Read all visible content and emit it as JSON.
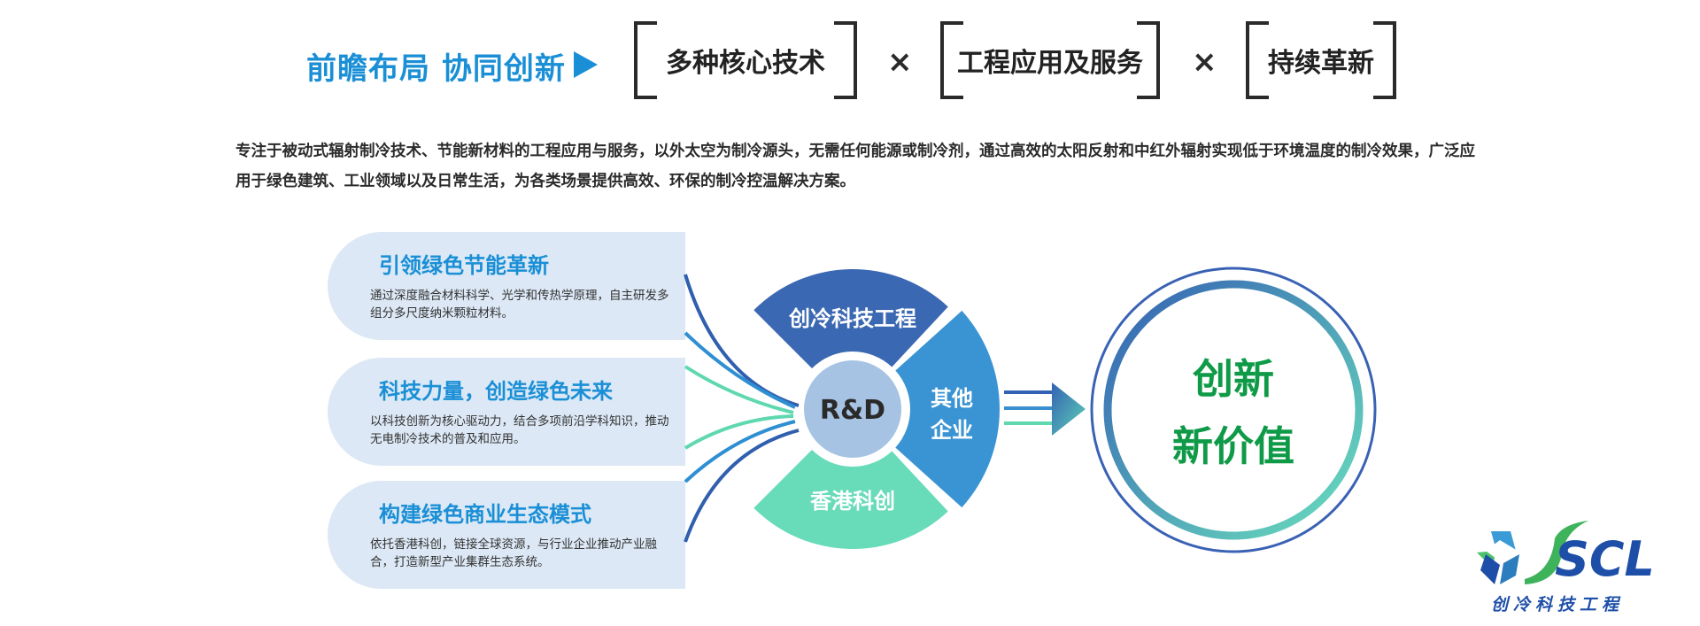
{
  "header": {
    "headline": "前瞻布局 协同创新",
    "pillars": [
      "多种核心技术",
      "工程应用及服务",
      "持续革新"
    ],
    "separator": "×"
  },
  "intro": "专注于被动式辐射制冷技术、节能新材料的工程应用与服务，以外太空为制冷源头，无需任何能源或制冷剂，通过高效的太阳反射和中红外辐射实现低于环境温度的制冷效果，广泛应用于绿色建筑、工业领域以及日常生活，为各类场景提供高效、环保的制冷控温解决方案。",
  "cards": [
    {
      "title": "引领绿色节能革新",
      "desc": "通过深度融合材料科学、光学和传热学原理，自主研发多组分多尺度纳米颗粒材料。"
    },
    {
      "title": "科技力量，创造绿色未来",
      "desc": "以科技创新为核心驱动力，结合多项前沿学科知识，推动无电制冷技术的普及和应用。"
    },
    {
      "title": "构建绿色商业生态模式",
      "desc": "依托香港科创，链接全球资源，与行业企业推动产业融合，打造新型产业集群生态系统。"
    }
  ],
  "wheel": {
    "center": "R&D",
    "segments": [
      {
        "label": "创冷科技工程",
        "color": "#3b68b2"
      },
      {
        "label": "其他企业",
        "color": "#3a94d3"
      },
      {
        "label": "香港科创",
        "color": "#68dbb9"
      }
    ],
    "center_color": "#a7c3e3"
  },
  "result": {
    "line1": "创新",
    "line2": "新价值",
    "text_color": "#0e9a47"
  },
  "logo": {
    "mark": "SCL",
    "name": "创冷科技工程"
  },
  "colors": {
    "accent_blue": "#1a8fd6",
    "dark_blue": "#3b68b2",
    "teal": "#68dbb9",
    "card_bg": "#dce8f5"
  }
}
